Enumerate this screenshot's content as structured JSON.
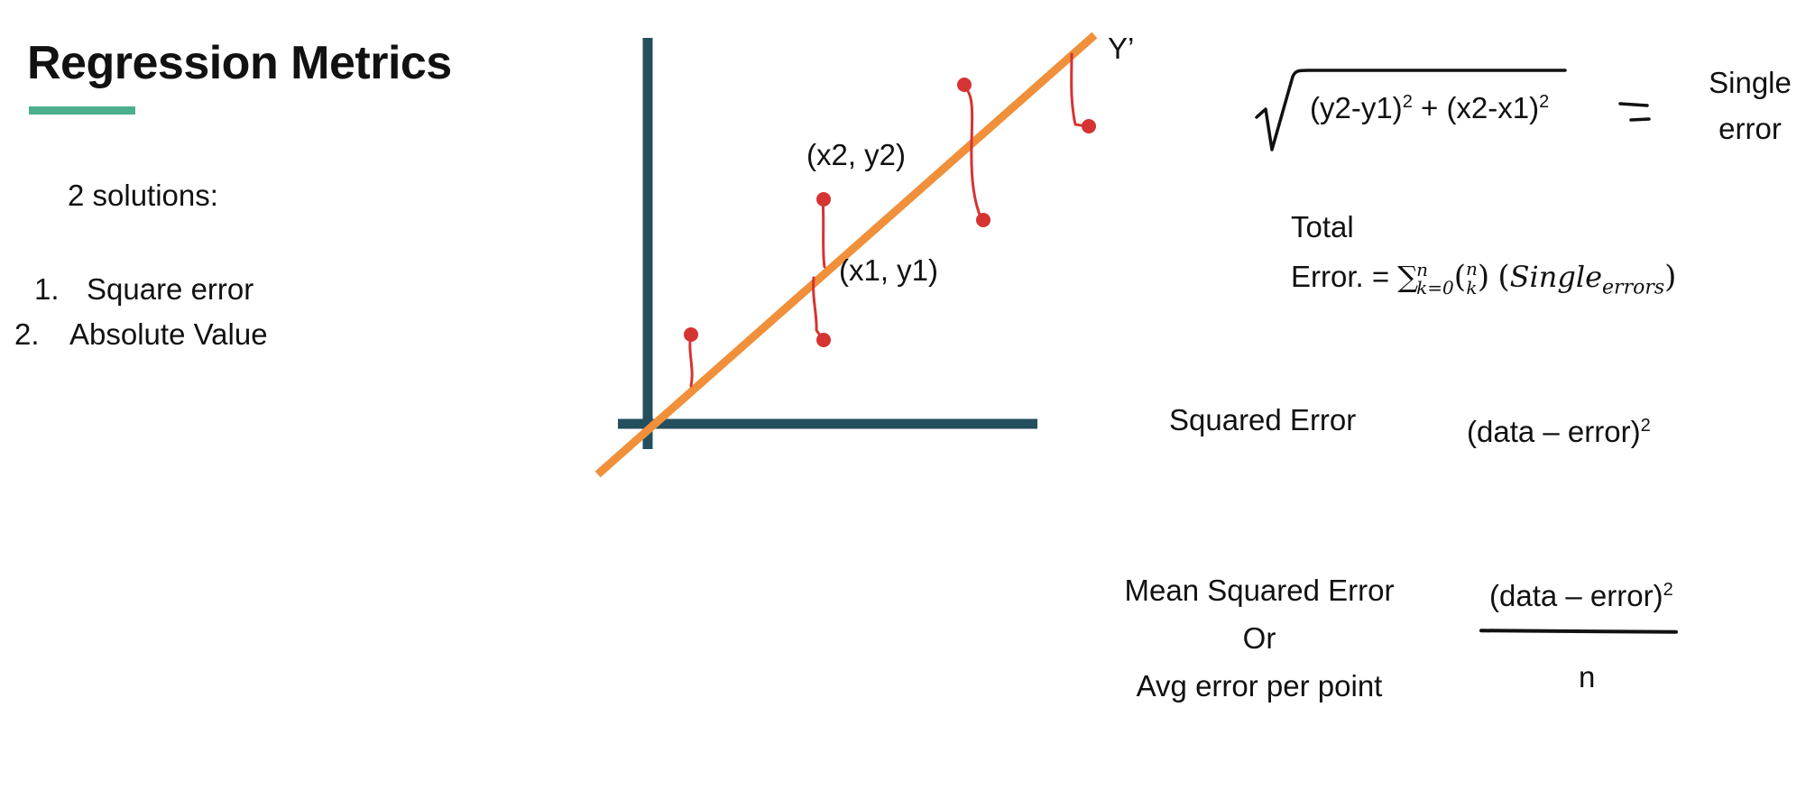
{
  "title": "Regression Metrics",
  "intro": "2 solutions:",
  "solutions": [
    {
      "num": "1.",
      "label": "Square error"
    },
    {
      "num": "2.",
      "label": "Absolute Value"
    }
  ],
  "graph": {
    "line_label": "Y’",
    "point_a": "(x2, y2)",
    "point_b": "(x1, y1)"
  },
  "distance_formula": {
    "term1": "(y2-y1)",
    "exp1": "2",
    "plus": "+",
    "term2": "(x2-x1)",
    "exp2": "2",
    "result_line1": "Single",
    "result_line2": "error"
  },
  "total_error": {
    "line1": "Total",
    "line2_prefix": "Error. =",
    "sum_sub": "k=0",
    "sum_sup": "n",
    "binom_top": "n",
    "binom_bottom": "k",
    "term": "Single",
    "term_sub": "errors"
  },
  "squared_error": {
    "label": "Squared Error",
    "formula": "(data – error)",
    "exp": "2"
  },
  "mse": {
    "line1": "Mean Squared Error",
    "line2": "Or",
    "line3": "Avg error per point",
    "numerator": "(data – error)",
    "exp": "2",
    "denominator": "n"
  },
  "colors": {
    "axis": "#244f5e",
    "regression_line": "#f0903a",
    "points": "#d63333",
    "accent": "#4caf8e"
  }
}
